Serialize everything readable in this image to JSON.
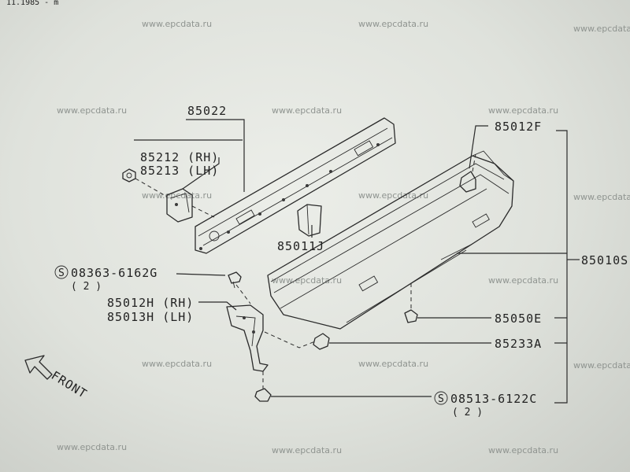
{
  "header_text": "11.1985 - m",
  "watermark": "www.epcdata.ru",
  "parts": {
    "p85022": "85022",
    "p85212": "85212 (RH)",
    "p85213": "85213 (LH)",
    "p85011j": "85011J",
    "p08363": "08363-6162G",
    "p08363_qty": "( 2 )",
    "p85012h": "85012H (RH)",
    "p85013h": "85013H (LH)",
    "p85012f": "85012F",
    "p85010s": "85010S",
    "p85050e": "85050E",
    "p85233a": "85233A",
    "p08513": "08513-6122C",
    "p08513_qty": "( 2 )"
  },
  "symbol_s": "S",
  "front_label": "FRONT"
}
